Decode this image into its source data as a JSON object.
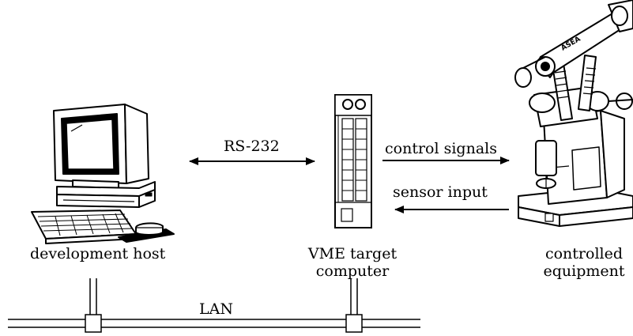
{
  "labels": {
    "rs232": "RS-232",
    "control_signals": "control signals",
    "sensor_input": "sensor input",
    "development_host": "development host",
    "vme_line1": "VME target",
    "vme_line2": "computer",
    "controlled_line1": "controlled",
    "controlled_line2": "equipment",
    "lan": "LAN",
    "robot_brand": "ASEA"
  },
  "icons": [
    "workstation-icon",
    "vme-rack-icon",
    "industrial-robot-icon"
  ]
}
